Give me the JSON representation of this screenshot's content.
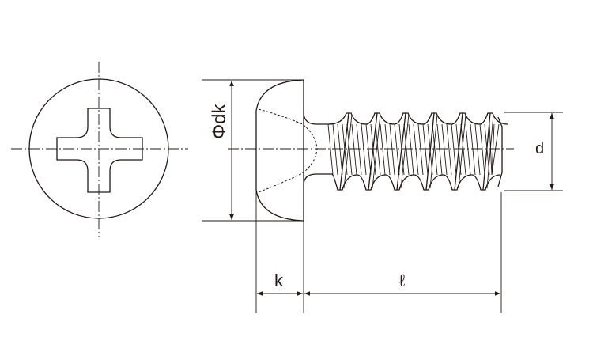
{
  "labels": {
    "head_diameter": "Φdk",
    "thread_diameter": "d",
    "head_height": "k",
    "length": "ℓ"
  },
  "colors": {
    "line": "#231815",
    "background": "#ffffff"
  }
}
